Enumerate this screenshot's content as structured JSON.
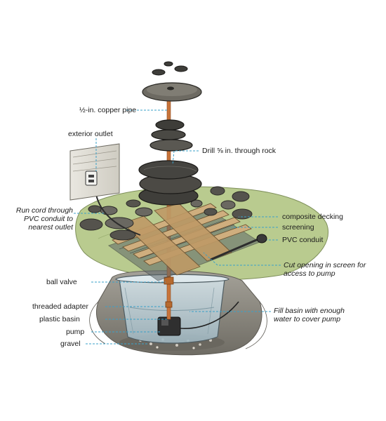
{
  "labels": {
    "copper_pipe": "½-in. copper pipe",
    "exterior_outlet": "exterior outlet",
    "drill": "Drill ⅝ in. through rock",
    "run_cord": "Run cord through PVC conduit to nearest outlet",
    "composite_decking": "composite decking",
    "screening": "screening",
    "pvc_conduit": "PVC conduit",
    "cut_opening": "Cut opening in screen for access to pump",
    "ball_valve": "ball valve",
    "threaded_adapter": "threaded adapter",
    "plastic_basin": "plastic basin",
    "pump": "pump",
    "gravel": "gravel",
    "fill_basin": "Fill basin with enough water to cover pump"
  },
  "colors": {
    "leader_line": "#3aa0c8",
    "copper": "#c8743a",
    "rock": "#4a4a46",
    "grass": "#b7c98e",
    "soil": "#8e8b82",
    "decking": "#c9a777",
    "basin": "#b9cdd6"
  }
}
